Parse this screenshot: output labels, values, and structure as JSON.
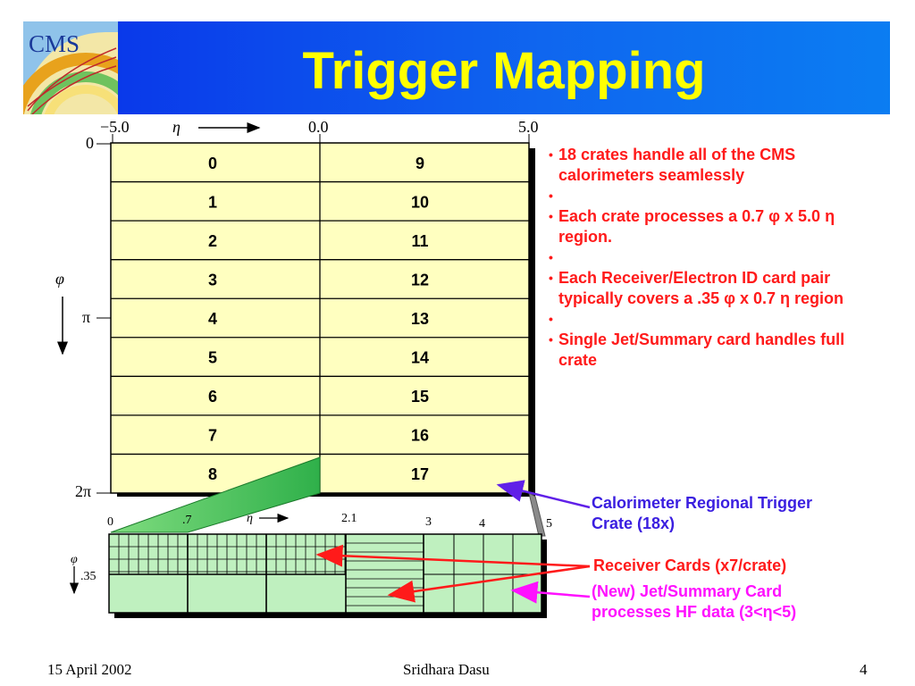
{
  "slide": {
    "title": "Trigger Mapping",
    "logo_text": "CMS",
    "footer": {
      "date": "15 April 2002",
      "author": "Sridhara Dasu",
      "page": "4"
    }
  },
  "crate_grid": {
    "left_crates": [
      "0",
      "1",
      "2",
      "3",
      "4",
      "5",
      "6",
      "7",
      "8"
    ],
    "right_crates": [
      "9",
      "10",
      "11",
      "12",
      "13",
      "14",
      "15",
      "16",
      "17"
    ],
    "eta_ticks": [
      "−5.0",
      "0.0",
      "5.0"
    ],
    "eta_label": "η",
    "phi_label": "φ",
    "phi_ticks": [
      "0",
      "π",
      "2π"
    ]
  },
  "crate_detail": {
    "eta_ticks": [
      "0",
      ".7",
      "2.1",
      "3",
      "4",
      "5"
    ],
    "eta_label": "η",
    "phi_label": "φ",
    "phi_tick": ".35"
  },
  "bullets": [
    "18 crates handle all of the CMS calorimeters seamlessly",
    "",
    "Each crate processes a 0.7  φ x 5.0  η region.",
    "",
    "Each Receiver/Electron ID card pair typically covers a .35 φ x 0.7 η  region",
    "",
    "Single Jet/Summary card handles full crate"
  ],
  "callouts": {
    "crate": "Calorimeter Regional Trigger Crate (18x)",
    "receiver": "Receiver Cards (x7/crate)",
    "jet_summary": "(New) Jet/Summary Card processes HF data (3<η<5)"
  },
  "colors": {
    "cell_fill": "#ffffc0",
    "green": "#bff0bf",
    "blue_arrow": "#6020e8",
    "red": "#ff1a1a",
    "magenta": "#ff10ff",
    "title": "#ffff00"
  }
}
